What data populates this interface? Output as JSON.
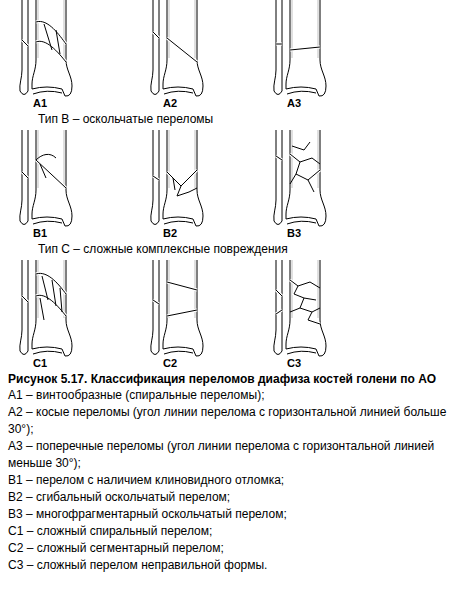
{
  "diagram": {
    "caption": "Рисунок 5.17. Классификация переломов диафиза костей голени по АО",
    "labels": [
      "A1",
      "A2",
      "A3",
      "Тип В – оскольчатые переломы",
      "B1",
      "B2",
      "B3",
      "Тип С – сложные комплексные повреждения",
      "C1",
      "C2",
      "C3",
      "А1 – винтообразные (спиральные переломы);",
      "А2 – косые переломы (угол линии перелома с горизонтальной линией больше 30°);",
      "А3 – поперечные переломы (угол линии перелома с горизонтальной линией меньше 30°);",
      "В1 – перелом с наличием клиновидного отломка;",
      "В2 – сгибальный оскольчатый перелом;",
      "В3 – многофрагментарный оскольчатый перелом;",
      "С1 – сложный спиральный перелом;",
      "С2 – сложный сегментарный перелом;",
      "С3 – сложный перелом неправильной формы."
    ]
  }
}
